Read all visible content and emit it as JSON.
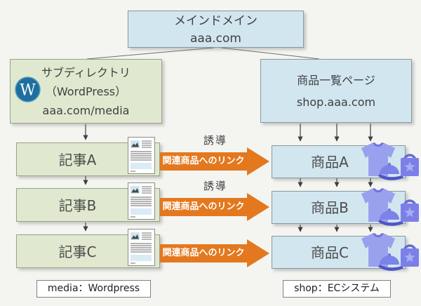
{
  "main": {
    "title": "メインドメイン",
    "domain": "aaa.com"
  },
  "subdirectory": {
    "line1": "サブディレクトリ",
    "line2": "（WordPress）",
    "line3": "aaa.com/media"
  },
  "shop": {
    "line1": "商品一覧ページ",
    "line2": "shop.aaa.com"
  },
  "articles": [
    {
      "label": "記事A"
    },
    {
      "label": "記事B"
    },
    {
      "label": "記事C"
    }
  ],
  "products": [
    {
      "label": "商品A"
    },
    {
      "label": "商品B"
    },
    {
      "label": "商品C"
    }
  ],
  "arrows": [
    {
      "caption": "誘導",
      "label": "関連商品へのリンク"
    },
    {
      "caption": "誘導",
      "label": "関連商品へのリンク"
    },
    {
      "caption": "",
      "label": "関連商品へのリンク"
    }
  ],
  "footers": {
    "left": "media：Wordpress",
    "right": "shop：ECシステム"
  },
  "icons": {
    "wordpress_glyph": "W",
    "wordpress": "wordpress-logo-icon",
    "article": "article-document-icon",
    "products": "products-merchandise-icon"
  },
  "colors": {
    "box_blue": "#d2e6f0",
    "box_green": "#e0e9cf",
    "arrow_orange": "#e4781f",
    "wordpress_blue": "#1e6f9f",
    "merch_purple": "#99a1ee",
    "line_gray": "#3f3f3f"
  }
}
